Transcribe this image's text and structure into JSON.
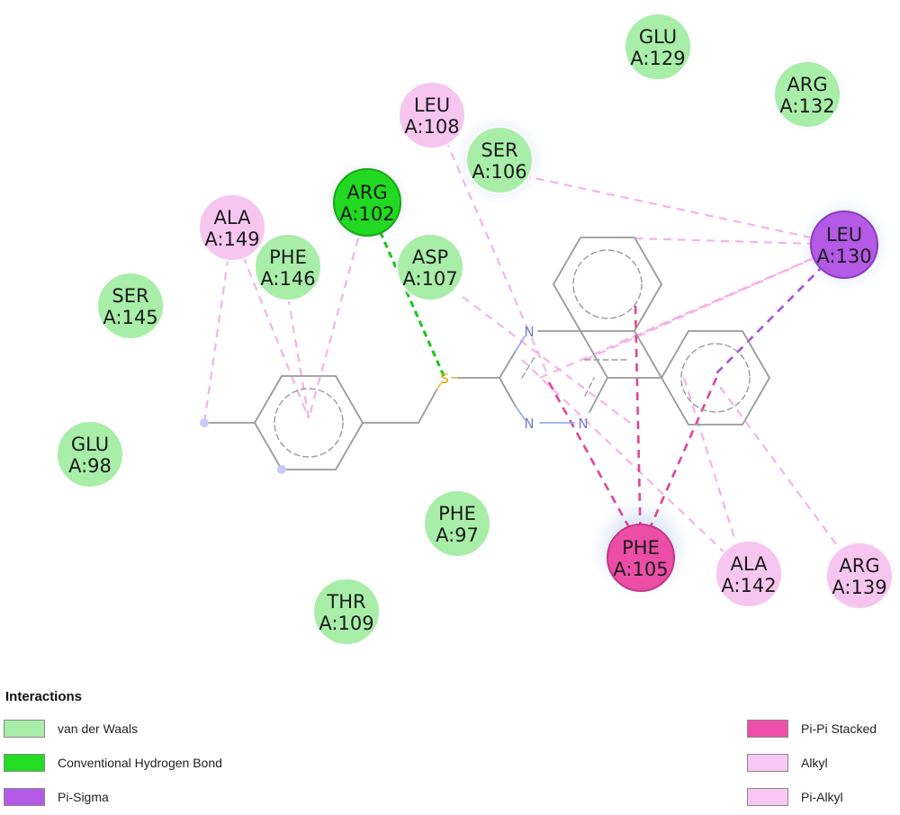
{
  "residues": [
    {
      "id": "glu129",
      "name": "GLU",
      "num": "A:129",
      "type": "vdw"
    },
    {
      "id": "arg132",
      "name": "ARG",
      "num": "A:132",
      "type": "vdw"
    },
    {
      "id": "leu108",
      "name": "LEU",
      "num": "A:108",
      "type": "alkyl"
    },
    {
      "id": "ser106",
      "name": "SER",
      "num": "A:106",
      "type": "vdw"
    },
    {
      "id": "arg102",
      "name": "ARG",
      "num": "A:102",
      "type": "hbond"
    },
    {
      "id": "ala149",
      "name": "ALA",
      "num": "A:149",
      "type": "alkyl"
    },
    {
      "id": "asp107",
      "name": "ASP",
      "num": "A:107",
      "type": "vdw"
    },
    {
      "id": "phe146",
      "name": "PHE",
      "num": "A:146",
      "type": "vdw"
    },
    {
      "id": "leu130",
      "name": "LEU",
      "num": "A:130",
      "type": "pisigma"
    },
    {
      "id": "ser145",
      "name": "SER",
      "num": "A:145",
      "type": "vdw"
    },
    {
      "id": "glu98",
      "name": "GLU",
      "num": "A:98",
      "type": "vdw"
    },
    {
      "id": "phe97",
      "name": "PHE",
      "num": "A:97",
      "type": "vdw"
    },
    {
      "id": "phe105",
      "name": "PHE",
      "num": "A:105",
      "type": "pipi"
    },
    {
      "id": "ala142",
      "name": "ALA",
      "num": "A:142",
      "type": "alkyl"
    },
    {
      "id": "arg139",
      "name": "ARG",
      "num": "A:139",
      "type": "alkyl"
    },
    {
      "id": "thr109",
      "name": "THR",
      "num": "A:109",
      "type": "vdw"
    }
  ],
  "atoms": {
    "sulfur": "S",
    "nitrogen": "N"
  },
  "interaction_colors": {
    "vdw": {
      "fill": "#a8eea8",
      "stroke": "#ffffff"
    },
    "hbond": {
      "fill": "#22d922",
      "stroke": "#16a616"
    },
    "pisigma": {
      "fill": "#b45ae6",
      "stroke": "#8a3dc0"
    },
    "pipi": {
      "fill": "#ec4da6",
      "stroke": "#c23885"
    },
    "alkyl": {
      "fill": "#f7c6f0",
      "stroke": "#ffffff"
    }
  },
  "legend": {
    "title": "Interactions",
    "items": [
      {
        "label": "van der Waals",
        "color": "#a8eea8"
      },
      {
        "label": "Conventional Hydrogen Bond",
        "color": "#22dd22"
      },
      {
        "label": "Pi-Sigma",
        "color": "#b45ae6"
      },
      {
        "label": "Pi-Pi Stacked",
        "color": "#ee4faa"
      },
      {
        "label": "Alkyl",
        "color": "#f9c7f3"
      },
      {
        "label": "Pi-Alkyl",
        "color": "#f9c7f3"
      }
    ]
  }
}
